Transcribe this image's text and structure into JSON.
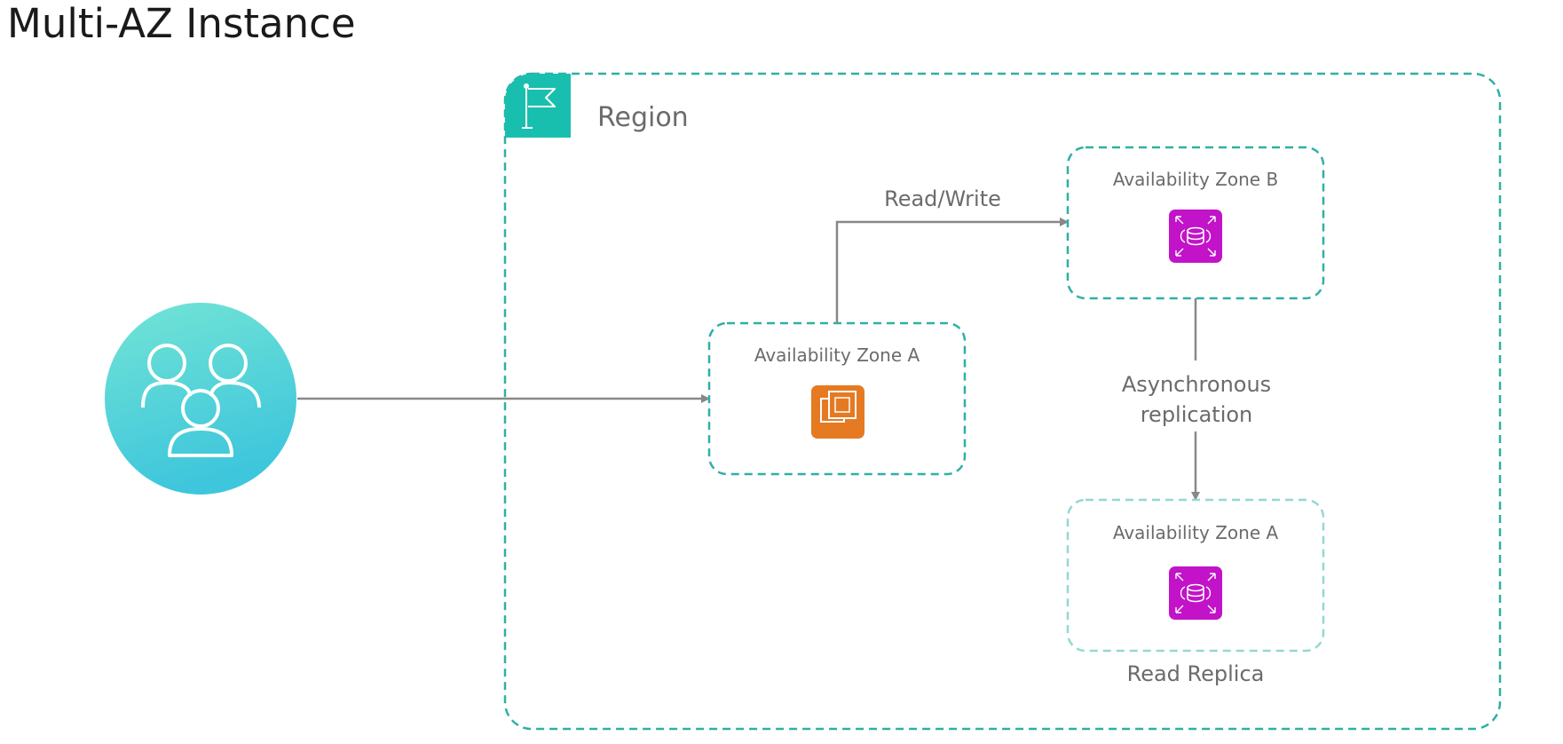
{
  "title": "Multi-AZ Instance",
  "region": {
    "label": "Region",
    "icon": "flag-icon",
    "accent_color": "#19bfae"
  },
  "users": {
    "icon": "users-group-icon",
    "gradient_colors": [
      "#73e4d5",
      "#3ec6dc"
    ]
  },
  "zones": {
    "primary": {
      "label": "Availability Zone A",
      "icon": "ec2-instance-icon",
      "icon_color": "#e57a23"
    },
    "standby": {
      "label": "Availability Zone B",
      "icon": "rds-database-icon",
      "icon_color": "#c213c9"
    },
    "replica": {
      "label": "Availability Zone A",
      "caption": "Read Replica",
      "icon": "rds-database-icon",
      "icon_color": "#c213c9"
    }
  },
  "edges": {
    "read_write": "Read/Write",
    "replication_line1": "Asynchronous",
    "replication_line2": "replication"
  },
  "colors": {
    "border": "#2fb0a4",
    "border_light": "#92d9d2",
    "arrow": "#888888",
    "text": "#6b6b6b"
  }
}
